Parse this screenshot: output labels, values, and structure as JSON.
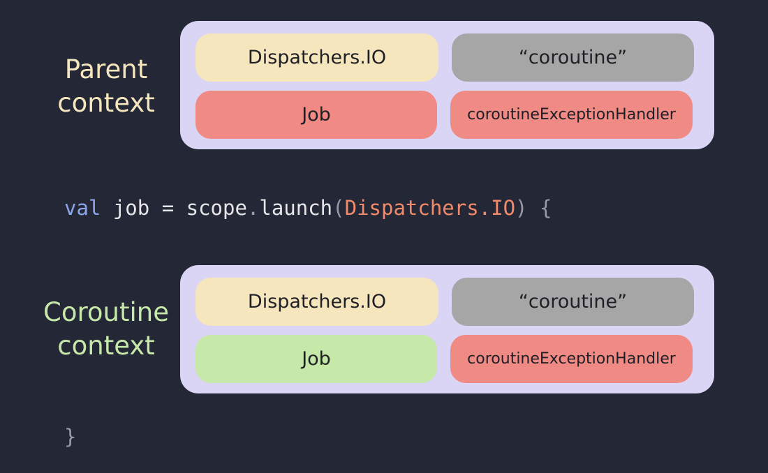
{
  "colors": {
    "background": "#242736",
    "box": "#dad5f5",
    "dispatcher": "#f5e6bd",
    "name": "#a6a6a6",
    "job_parent": "#f08a85",
    "job_child": "#c6e8a8",
    "handler": "#f08a85",
    "parent_label": "#f5e6bd",
    "coroutine_label": "#c6e8a8",
    "keyword": "#8aa6e8",
    "argument": "#f08a6a",
    "punctuation": "#9a9aa6"
  },
  "parent": {
    "label_line1": "Parent",
    "label_line2": "context",
    "dispatcher": "Dispatchers.IO",
    "name": "“coroutine”",
    "job": "Job",
    "handler": "coroutineExceptionHandler"
  },
  "code": {
    "keyword": "val",
    "variable": " job = scope",
    "dot": ".",
    "method": "launch",
    "open_paren": "(",
    "arg": "Dispatchers.IO",
    "close_paren": ")",
    "open_brace": " {",
    "close_brace": "}"
  },
  "coroutine": {
    "label_line1": "Coroutine",
    "label_line2": "context",
    "dispatcher": "Dispatchers.IO",
    "name": "“coroutine”",
    "job": "Job",
    "handler": "coroutineExceptionHandler"
  }
}
